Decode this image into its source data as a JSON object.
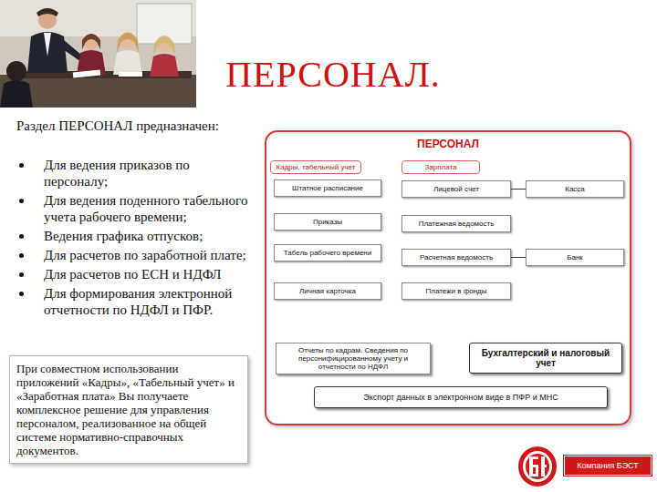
{
  "diagram": {
    "title": "ПЕРСОНАЛ.",
    "nodes": [
      {
        "text": [
          "ПЕРСОНАЛ"
        ]
      },
      {
        "text": [
          "Кадры, табельный учет"
        ],
        "in": 0
      },
      {
        "text": [
          "Зарплата"
        ],
        "in": 0
      },
      {
        "text": [
          "Штатное расписание"
        ],
        "in": 0
      },
      {
        "text": [
          "Лицевой счет"
        ],
        "in": 0
      },
      {
        "text": [
          "Касса"
        ],
        "in": 0
      },
      {
        "text": [
          "Приказы"
        ],
        "in": 0
      },
      {
        "text": [
          "Платежная ведомость"
        ],
        "in": 0
      },
      {
        "text": [
          "Табель рабочего времени"
        ],
        "in": 0
      },
      {
        "text": [
          "Расчетная ведомость"
        ],
        "in": 0
      },
      {
        "text": [
          "Банк"
        ],
        "in": 0
      },
      {
        "text": [
          "Личная карточка"
        ],
        "in": 0
      },
      {
        "text": [
          "Платежи в фонды"
        ],
        "in": 0
      },
      {
        "text": [
          "Отчеты по кадрам. Сведения по персонифицированному учету и отчетности по НДФЛ"
        ],
        "in": 0
      },
      {
        "text": [
          "Бухгалтерский и налоговый учет"
        ],
        "in": 0
      },
      {
        "text": [
          "Экспорт данных в электронном виде в ПФР и МНС"
        ],
        "in": 0
      },
      {
        "text": [
          "При совместном использовании приложений «Кадры», «Табельный учет» и «Заработная плата» Вы получаете комплексное решение для управления персоналом, реализованное на общей системе нормативно-справочных документов."
        ]
      },
      {
        "text": [
          "Компания БЭСТ"
        ]
      }
    ],
    "edges": [
      {
        "from": 4,
        "to": 5,
        "arrow": "none"
      },
      {
        "from": 9,
        "to": 10,
        "arrow": "none"
      }
    ],
    "labels": [
      "Раздел ПЕРСОНАЛ предназначен:",
      "Для ведения приказов по персоналу;",
      "Для ведения поденного табельного учета рабочего времени;",
      "Ведения графика отпусков;",
      "Для расчетов по заработной плате;",
      "Для расчетов по ЕСН и НДФЛ",
      "Для формирования электронной отчетности по НДФЛ и ПФР."
    ]
  }
}
